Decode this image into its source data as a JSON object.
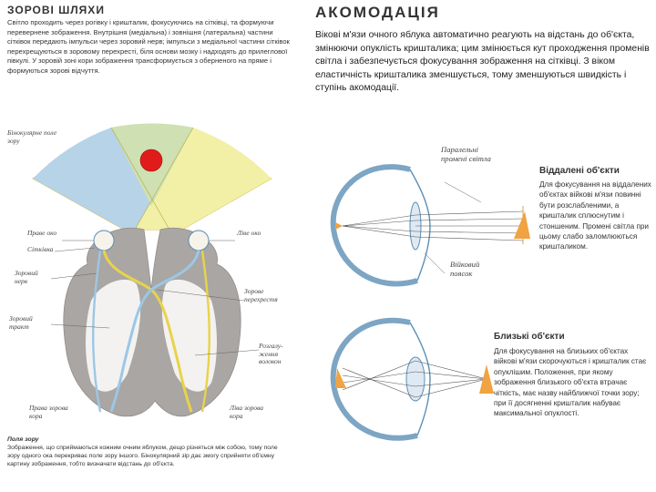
{
  "left": {
    "title": "ЗОРОВІ ШЛЯХИ",
    "intro": "Світло проходить через рогівку і кришталик, фокусуючись на сітківці, та формуючи перевернене зображення. Внутрішня (медіальна) і зовнішня (латеральна) частини сітківок передають імпульси через зоровий нерв; імпульси з медіальної частини сітківок перехрещуються в зоровому перехресті, біля основи мозку і надходять до прилеглової півкулі. У зоровій зоні кори зображення трансформується з оберненого на пряме і формуються зорові відчуття.",
    "labels": {
      "binocular_field": "Бінокулярне поле зору",
      "right_eye": "Праве око",
      "left_eye": "Ліве око",
      "retina": "Сітківка",
      "optic_nerve": "Зоровий нерв",
      "optic_chiasm": "Зорове перехрестя",
      "optic_tract": "Зоровий тракт",
      "lgn": "Розгалу-ження волокон",
      "right_cortex": "Права зорова кора",
      "left_cortex": "Ліва зорова кора"
    },
    "caption_head": "Поля зору",
    "caption": "Зображення, що сприймаються кожним очним яблуком, дещо різняться між собою, тому поле зору одного ока перекриває поле зору іншого. Бінокулярний зір дає змогу сприйняти об'ємну картину зображення, тобто визначати відстань до об'єкта."
  },
  "right": {
    "title": "АКОМОДАЦІЯ",
    "intro": "Вікові м'язи очного яблука автоматично реагують на відстань до об'єкта, змінюючи опуклість кришталика; цим змінюється кут проходження променів світла і забезпечується фокусування зображення на сітківці. З віком еластичність кришталика зменшується, тому зменшуються швидкість і ступінь акомодації.",
    "diagram_labels": {
      "parallel_rays": "Паралельні промені світла",
      "ciliary_band": "Війковий поясок"
    },
    "far": {
      "title": "Віддалені об'єкти",
      "text": "Для фокусування на віддалених об'єктах війкові м'язи повинні бути розслабленими, а кришталик сплюснутим і стоншеним. Промені світла при цьому слабо заломлюються кришталиком."
    },
    "near": {
      "title": "Близькі об'єкти",
      "text": "Для фокусування на близьких об'єктах війкові м'язи скорочуються і кришталик стає опуклішим. Положення, при якому зображення близького об'єкта втрачає чіткість, має назву найближчої точки зору; при її досягненні кришталик набуває максимальної опуклості."
    }
  },
  "colors": {
    "field_blue": "#b7d3e8",
    "field_yellow": "#f2efa6",
    "field_green": "#cfe0b3",
    "red_object": "#e11b1b",
    "brain_gray": "#a9a6a3",
    "eye_arrow": "#f0a340",
    "eye_line": "#5d8fb5"
  }
}
